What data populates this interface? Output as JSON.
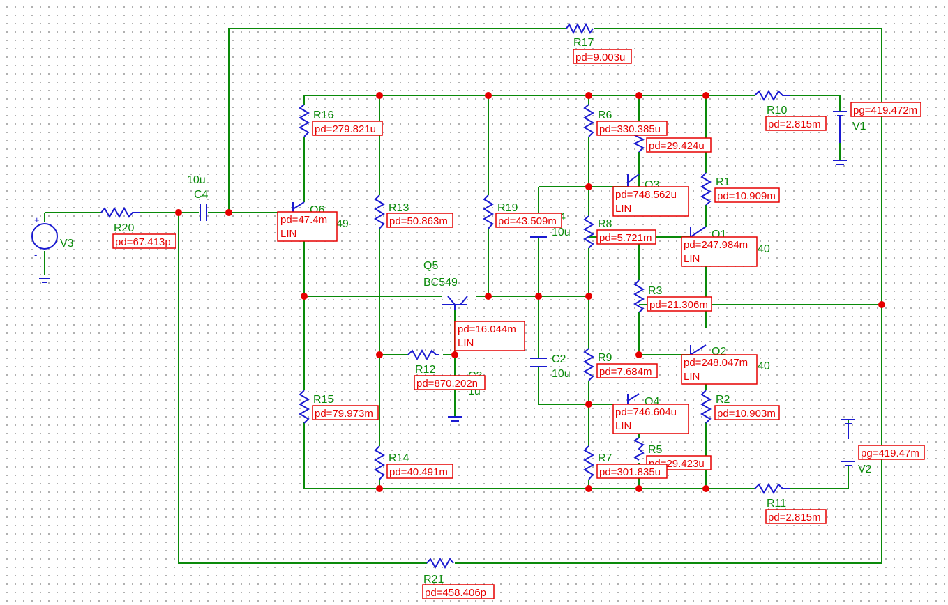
{
  "colors": {
    "wire": "#0a8a0a",
    "component": "#1a1ad0",
    "node": "#e60000",
    "label": "#0a8a0a",
    "annotation": "#e60000"
  },
  "components": {
    "R17": {
      "name": "R17",
      "pd": "pd=9.003u"
    },
    "R16": {
      "name": "R16",
      "pd": "pd=279.821u"
    },
    "R6": {
      "name": "R6",
      "pd": "pd=330.385u"
    },
    "R10": {
      "name": "R10",
      "pd": "pd=2.815m"
    },
    "V1": {
      "name": "V1",
      "pg": "pg=419.472m"
    },
    "Q3": {
      "name": "Q3",
      "pd_a": "pd=29.424u",
      "pd_b": "pd=748.562u",
      "mode": "LIN"
    },
    "R1": {
      "name": "R1",
      "pd": "pd=10.909m"
    },
    "C4": {
      "name": "C4",
      "value": "10u"
    },
    "Q6": {
      "name": "Q6",
      "pd": "pd=47.4m",
      "mode": "LIN",
      "partial": "49"
    },
    "R13": {
      "name": "R13",
      "pd": "pd=50.863m"
    },
    "R19": {
      "name": "R19",
      "pd": "pd=43.509m"
    },
    "C1": {
      "partial": "4",
      "value": "10u"
    },
    "R8": {
      "name": "R8",
      "pd": "pd=5.721m"
    },
    "Q1": {
      "name": "Q1",
      "pd": "pd=247.984m",
      "mode": "LIN",
      "partial": "40"
    },
    "V3": {
      "name": "V3",
      "plus": "+",
      "minus": "-"
    },
    "R20": {
      "name": "R20",
      "pd": "pd=67.413p"
    },
    "Q5": {
      "name": "Q5",
      "model": "BC549",
      "pd": "pd=16.044m",
      "mode": "LIN"
    },
    "R3": {
      "name": "R3",
      "pd": "pd=21.306m"
    },
    "R12": {
      "name": "R12",
      "pd": "pd=870.202n"
    },
    "C3": {
      "name": "C3",
      "value": "1u"
    },
    "C2": {
      "name": "C2",
      "value": "10u"
    },
    "R9": {
      "name": "R9",
      "pd": "pd=7.684m"
    },
    "Q2": {
      "name": "Q2",
      "pd": "pd=248.047m",
      "mode": "LIN",
      "partial": "40"
    },
    "R15": {
      "name": "R15",
      "pd": "pd=79.973m"
    },
    "Q4": {
      "name": "Q4",
      "pd": "pd=746.604u",
      "mode": "LIN"
    },
    "R2": {
      "name": "R2",
      "pd": "pd=10.903m"
    },
    "V2": {
      "name": "V2",
      "pg": "pg=419.47m"
    },
    "R5": {
      "name": "R5",
      "pd": "pd=29.423u"
    },
    "R14": {
      "name": "R14",
      "pd": "pd=40.491m"
    },
    "R7": {
      "name": "R7",
      "pd": "pd=301.835u"
    },
    "R11": {
      "name": "R11",
      "pd": "pd=2.815m"
    },
    "R21": {
      "name": "R21",
      "pd": "pd=458.406p"
    }
  }
}
